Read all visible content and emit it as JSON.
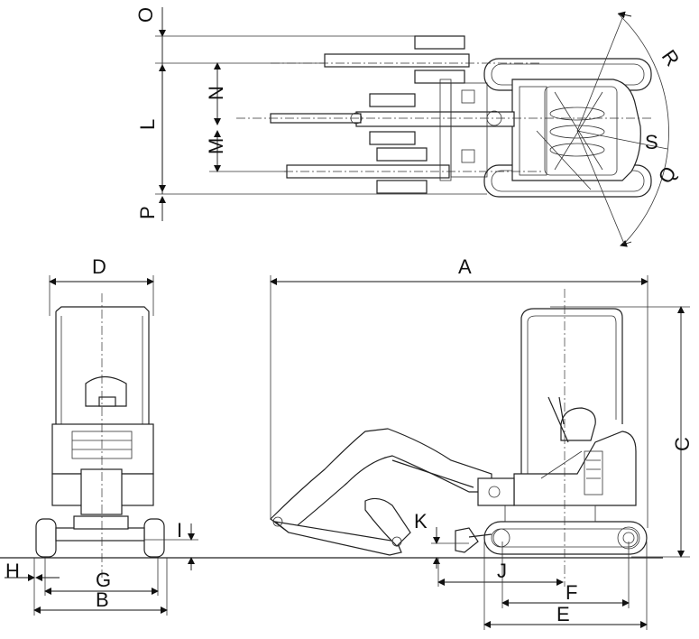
{
  "labels": {
    "A": "A",
    "B": "B",
    "C": "C",
    "D": "D",
    "E": "E",
    "F": "F",
    "G": "G",
    "H": "H",
    "I": "I",
    "J": "J",
    "K": "K",
    "L": "L",
    "M": "M",
    "N": "N",
    "O": "O",
    "P": "P",
    "Q": "Q",
    "R": "R",
    "S": "S"
  },
  "colors": {
    "line": "#222222",
    "background": "#ffffff"
  }
}
